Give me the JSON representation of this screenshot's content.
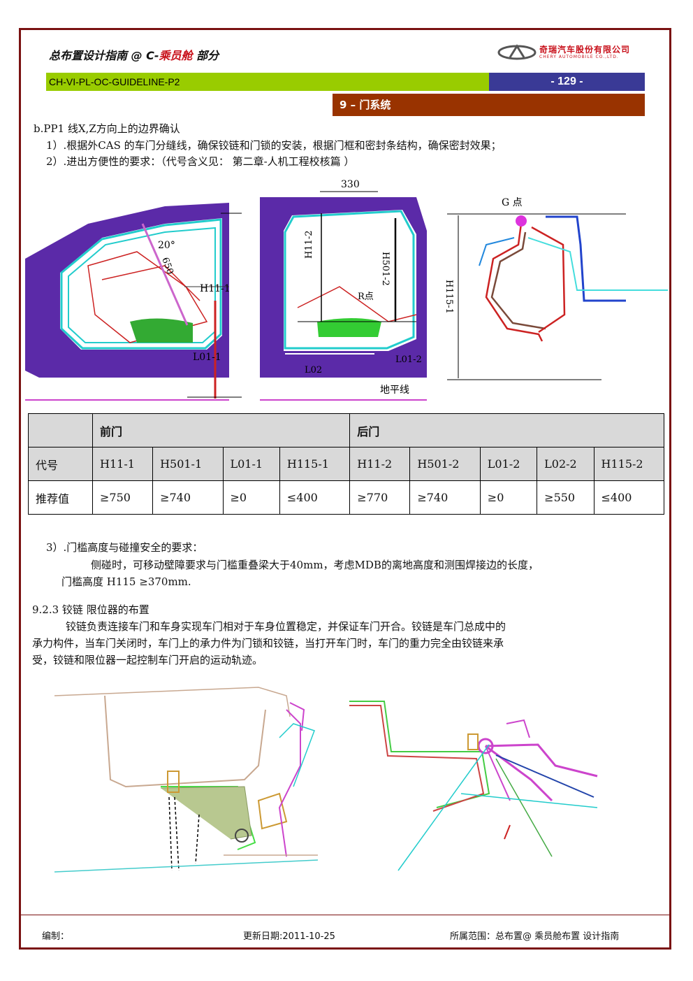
{
  "header": {
    "title_main": "总布置设计指南",
    "title_at": " @ C-",
    "title_red": "乘员舱",
    "title_tail": " 部分",
    "company_name": "奇瑞汽车股份有限公司",
    "company_en": "CHERY AUTOMOBILE CO.,LTD.",
    "doc_code": "CH-VI-PL-OC-GUIDELINE-P2",
    "page_number": "- 129 -",
    "section": "9 – 门系统"
  },
  "intro": {
    "heading": "b.PP1 线X,Z方向上的边界确认",
    "item1": "1）.根据外CAS 的车门分缝线，确保铰链和门锁的安装，根据门框和密封条结构，确保密封效果；",
    "item2": "2）.进出方便性的要求：（代号含义见： 第二章-人机工程校核篇 ）"
  },
  "figure1": {
    "angle": "20°",
    "dim_650": "650",
    "h11_1": "H11-1",
    "l01_1": "L01-1",
    "dim_330": "330",
    "h11_2": "H11-2",
    "h501_2": "H501-2",
    "r_point": "R点",
    "l01_2": "L01-2",
    "l02": "L02",
    "ground": "地平线",
    "g_point": "G 点",
    "h115_1": "H115-1"
  },
  "table": {
    "front_door": "前门",
    "rear_door": "后门",
    "code_label": "代号",
    "value_label": "推荐值",
    "codes": [
      "H11-1",
      "H501-1",
      "L01-1",
      "H115-1",
      "H11-2",
      "H501-2",
      "L01-2",
      "L02-2",
      "H115-2"
    ],
    "values": [
      "≥750",
      "≥740",
      "≥0",
      "≤400",
      "≥770",
      "≥740",
      "≥0",
      "≥550",
      "≤400"
    ]
  },
  "section3": {
    "heading": "3）.门槛高度与碰撞安全的要求：",
    "line1": "侧碰时，可移动壁障要求与门槛重叠梁大于40mm，考虑MDB的离地高度和测围焊接边的长度，",
    "line2": "门槛高度  H115 ≥370mm."
  },
  "section923": {
    "heading": "9.2.3  铰链 限位器的布置",
    "line1": "铰链负责连接车门和车身实现车门相对于车身位置稳定，并保证车门开合。铰链是车门总成中的",
    "line2": "承力构件，当车门关闭时，车门上的承力件为门锁和铰链，当打开车门时，车门的重力完全由铰链来承",
    "line3": "受，铰链和限位器一起控制车门开启的运动轨迹。"
  },
  "footer": {
    "editor": "编制：",
    "updated": "更新日期:2011-10-25",
    "scope": "所属范围：总布置@ 乘员舱布置 设计指南"
  },
  "colors": {
    "frame": "#7a1212",
    "green_bar": "#99cc00",
    "blue_bar": "#3a3a96",
    "brown_bar": "#993300",
    "accent_red": "#c8101a"
  }
}
